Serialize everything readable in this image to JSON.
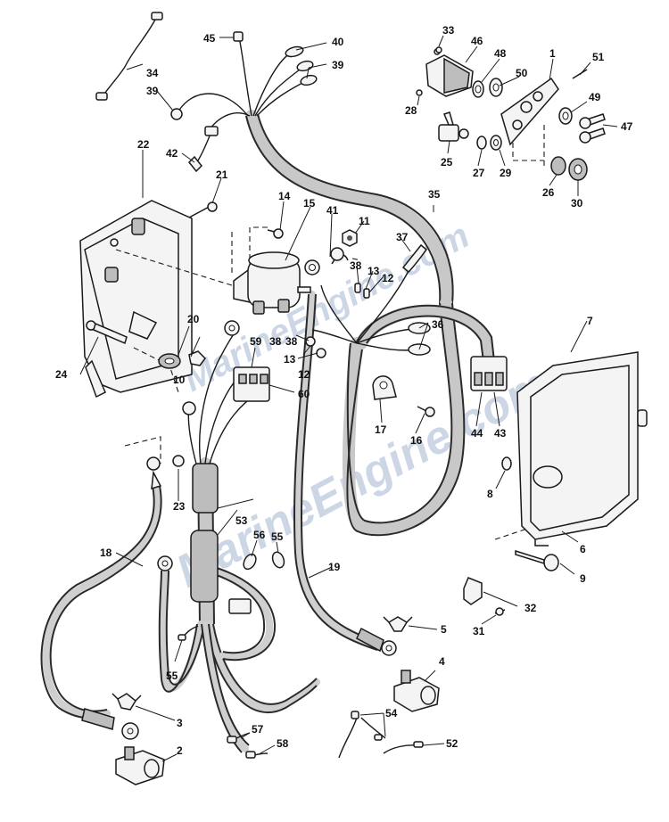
{
  "diagram": {
    "watermark": "MarineEngine.com",
    "callouts": {
      "c1": "1",
      "c2": "2",
      "c3": "3",
      "c4": "4",
      "c5": "5",
      "c6": "6",
      "c7": "7",
      "c8": "8",
      "c9": "9",
      "c10": "10",
      "c11": "11",
      "c12a": "12",
      "c12b": "12",
      "c13a": "13",
      "c13b": "13",
      "c14": "14",
      "c15": "15",
      "c16": "16",
      "c17": "17",
      "c18": "18",
      "c19": "19",
      "c20": "20",
      "c21": "21",
      "c22": "22",
      "c23": "23",
      "c24": "24",
      "c25": "25",
      "c26": "26",
      "c27": "27",
      "c28": "28",
      "c29": "29",
      "c30": "30",
      "c31": "31",
      "c32": "32",
      "c33": "33",
      "c34": "34",
      "c35": "35",
      "c36": "36",
      "c37": "37",
      "c38a": "38",
      "c38b": "38",
      "c39a": "39",
      "c39b": "39",
      "c40": "40",
      "c41": "41",
      "c42": "42",
      "c43": "43",
      "c44": "44",
      "c45": "45",
      "c46": "46",
      "c47": "47",
      "c48": "48",
      "c49": "49",
      "c50": "50",
      "c51": "51",
      "c52": "52",
      "c53": "53",
      "c54": "54",
      "c55a": "55",
      "c55b": "55",
      "c56": "56",
      "c57": "57",
      "c58": "58",
      "c59": "59",
      "c60": "60"
    }
  }
}
